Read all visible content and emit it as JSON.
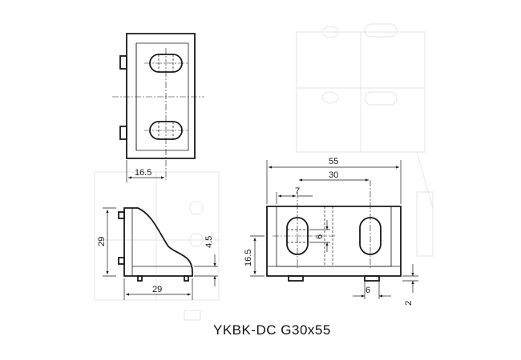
{
  "title": "YKBK-DC G30x55",
  "dimensions": {
    "top_width": "16.5",
    "side_height": "29",
    "side_width": "29",
    "side_step": "4.5",
    "front_overall": "55",
    "front_hole_spacing": "30",
    "front_slot_offset": "7",
    "front_slot_height": "6",
    "front_height": "16.5",
    "front_tab_width": "6",
    "front_tab_height": "2"
  },
  "colors": {
    "line": "#1a1a1a",
    "ghost": "#e6e6e6",
    "background": "#ffffff"
  }
}
